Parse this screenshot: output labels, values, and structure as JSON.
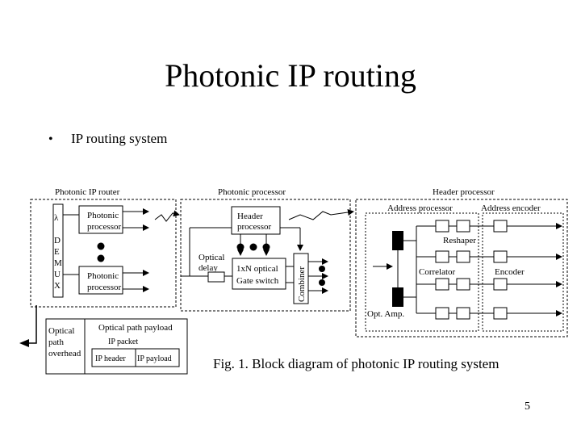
{
  "slide": {
    "title": "Photonic IP routing",
    "bullet_symbol": "•",
    "bullet_text": "IP routing system",
    "page_number": "5"
  },
  "diagram": {
    "caption": "Fig. 1. Block diagram of photonic IP routing system",
    "router_label": "Photonic IP router",
    "demux_letters": [
      "λ",
      "D",
      "E",
      "M",
      "U",
      "X"
    ],
    "router_processor_top": [
      "Photonic",
      "processor"
    ],
    "router_processor_bottom": [
      "Photonic",
      "processor"
    ],
    "photonic_processor_label": "Photonic processor",
    "header_processor_block": [
      "Header",
      "processor"
    ],
    "optical_delay": [
      "Optical",
      "delay"
    ],
    "gate_switch": [
      "1xN optical",
      "Gate switch"
    ],
    "combiner": "Combiner",
    "header_processor_label": "Header processor",
    "address_processor": "Address processor",
    "address_encoder": "Address encoder",
    "reshaper": "Reshaper",
    "correlator": "Correlator",
    "encoder": "Encoder",
    "opt_amp": "Opt. Amp.",
    "packet_overhead": [
      "Optical",
      "path",
      "overhead"
    ],
    "packet_payload_label": "Optical path payload",
    "ip_packet_label": "IP packet",
    "ip_header": "IP header",
    "ip_payload": "IP payload"
  }
}
